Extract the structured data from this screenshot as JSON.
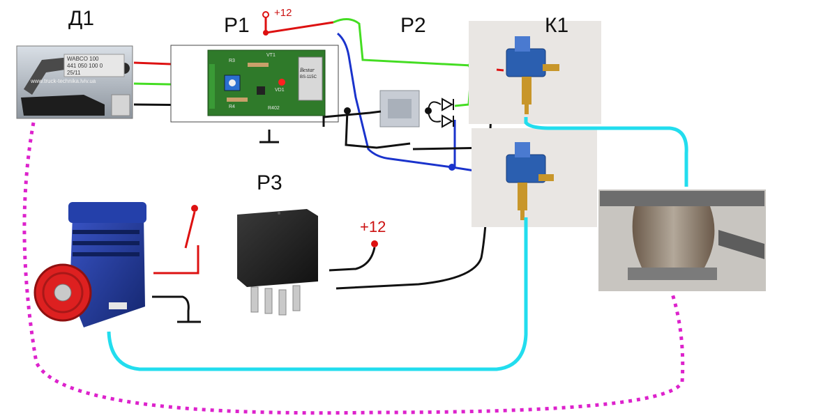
{
  "labels": {
    "sensor": "Д1",
    "relay1": "Р1",
    "relay2": "Р2",
    "valve": "К1",
    "relay3": "Р3",
    "supply_top": "+12",
    "supply_mid": "+12"
  },
  "sensor_plate": {
    "line1": "WABCO 100",
    "line2": "441 050 100 0",
    "line3": "25/11",
    "url": "www.truck-technika.lviv.ua"
  },
  "relay_board": {
    "relay_brand": "Bestar",
    "relay_model": "BS-115C",
    "ref_r3": "R3",
    "ref_r4": "R4",
    "ref_vt1": "VT1",
    "ref_vd1": "VD1",
    "ref_r402": "R402"
  },
  "colors": {
    "wire_red": "#dd1111",
    "wire_green": "#44dd22",
    "wire_blue": "#1a33cc",
    "wire_black": "#111111",
    "air_line": "#22ddee",
    "mech_link": "#dd22cc",
    "compressor_body": "#1a2f8f",
    "pulley": "#dd2020",
    "valve_coil": "#2b5fb0",
    "valve_brass": "#c8962a",
    "pcb_green": "#2f7a2a",
    "relay_black": "#1a1a1a"
  }
}
